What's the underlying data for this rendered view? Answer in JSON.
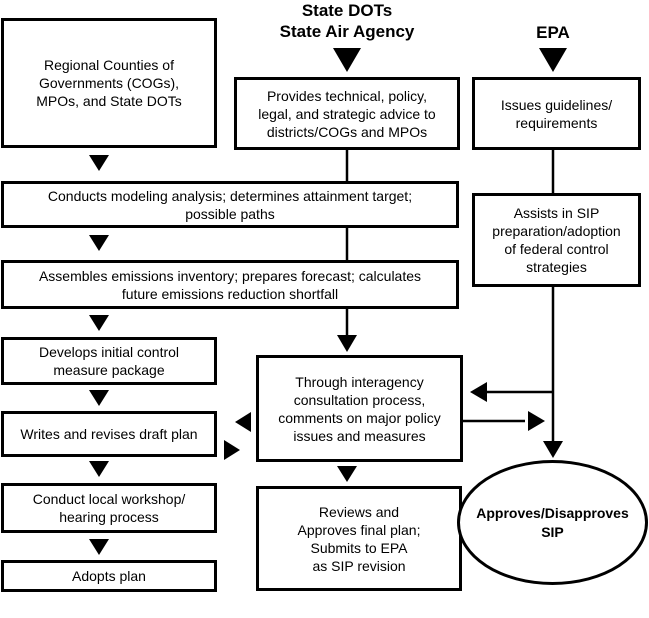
{
  "headers": {
    "state": "State DOTs\nState Air Agency",
    "epa": "EPA"
  },
  "left": {
    "regional": "Regional Counties of\nGovernments (COGs),\nMPOs, and State DOTs",
    "develops": "Develops initial control\nmeasure package",
    "writes": "Writes and revises draft plan",
    "workshop": "Conduct local workshop/\nhearing process",
    "adopts": "Adopts plan"
  },
  "wide": {
    "modeling": "Conducts modeling analysis; determines attainment target;\npossible paths",
    "inventory": "Assembles emissions inventory; prepares forecast; calculates\nfuture emissions reduction shortfall"
  },
  "middle": {
    "provides": "Provides technical, policy,\nlegal, and strategic advice to\ndistricts/COGs and MPOs",
    "interagency": "Through interagency\nconsultation process,\ncomments on major policy\nissues and measures",
    "reviews": "Reviews and\nApproves final plan;\nSubmits to EPA\nas SIP revision"
  },
  "right": {
    "issues": "Issues guidelines/\nrequirements",
    "assists": "Assists in SIP\npreparation/adoption\nof federal control\nstrategies",
    "approves": "Approves/Disapproves\nSIP"
  }
}
